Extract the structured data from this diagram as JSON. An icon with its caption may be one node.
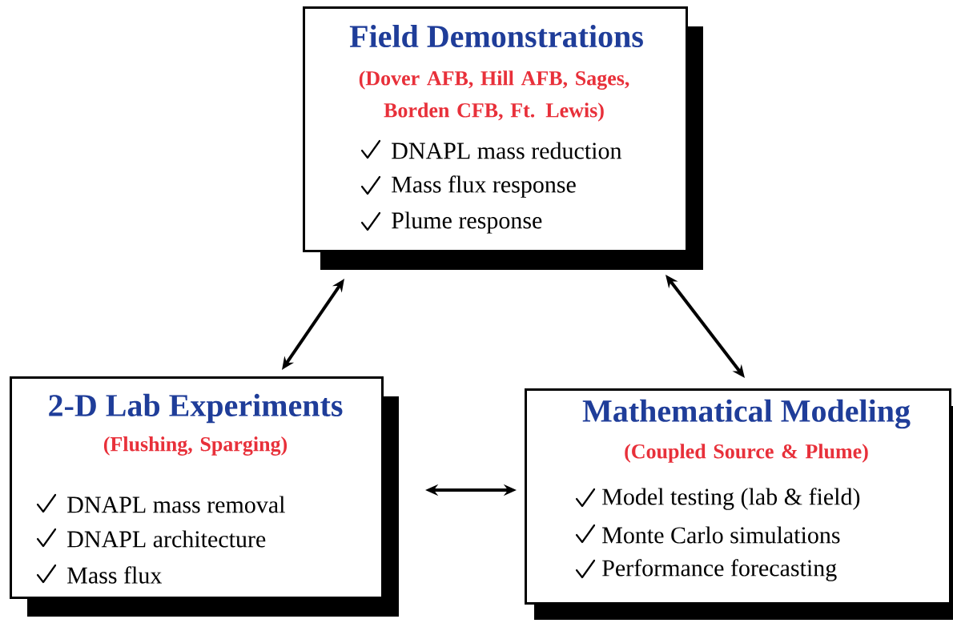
{
  "diagram": {
    "nodes": [
      {
        "text": [
          "Field Demonstrations",
          "(Dover AFB, Hill AFB, Sages, Borden CFB, Ft. Lewis)",
          "DNAPL mass reduction",
          "Mass flux response",
          "Plume response"
        ]
      },
      {
        "text": [
          "2-D Lab Experiments",
          "(Flushing, Sparging)",
          "DNAPL mass removal",
          "DNAPL architecture",
          "Mass flux"
        ]
      },
      {
        "text": [
          "Mathematical Modeling",
          "(Coupled Source & Plume)",
          "Model testing (lab & field)",
          "Monte Carlo simulations",
          "Performance forecasting"
        ]
      }
    ],
    "edges": [
      {
        "from": 0,
        "to": 1,
        "arrow": "both"
      },
      {
        "from": 0,
        "to": 2,
        "arrow": "both"
      },
      {
        "from": 1,
        "to": 2,
        "arrow": "both"
      }
    ]
  }
}
